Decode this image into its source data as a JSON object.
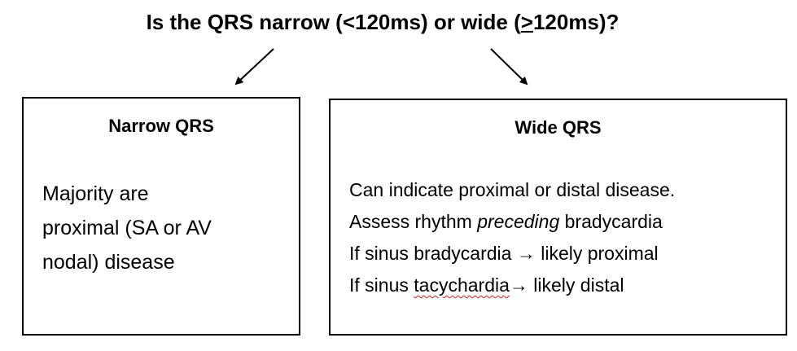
{
  "question": {
    "pre": "Is the QRS narrow (<120ms) or wide (",
    "underlined": ">",
    "post": "120ms)?"
  },
  "narrow_box": {
    "title": "Narrow QRS",
    "lines": [
      "Majority are",
      "proximal (SA or AV",
      "nodal) disease"
    ]
  },
  "wide_box": {
    "title": "Wide QRS",
    "line1": "Can indicate proximal or distal disease.",
    "line2_pre": "Assess rhythm ",
    "line2_em": "preceding",
    "line2_post": " bradycardia",
    "line3_pre": "If sinus bradycardia ",
    "line3_arrow": "→",
    "line3_post": " likely proximal",
    "line4_pre": "If sinus ",
    "line4_misspelled": "tacychardia",
    "line4_arrow": "→",
    "line4_post": " likely distal"
  }
}
